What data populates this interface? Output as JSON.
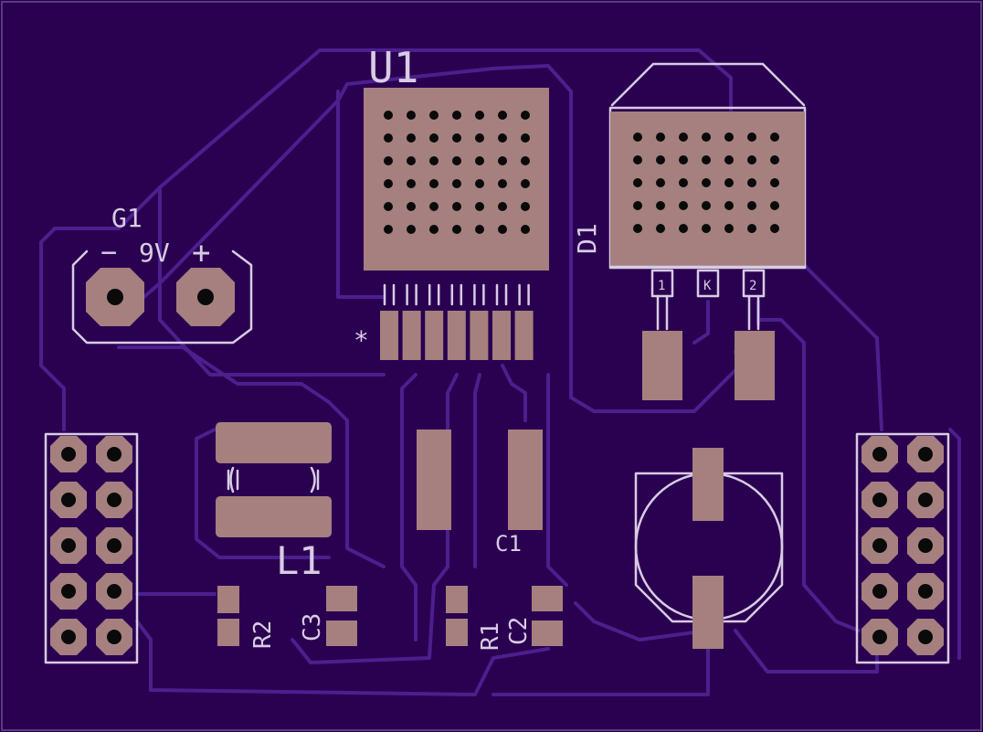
{
  "board": {
    "background": "#2a0050",
    "pad_color": "#a5807f",
    "silkscreen_color": "#d8cce4",
    "trace_color": "#4c1f8e"
  },
  "labels": {
    "u1": "U1",
    "d1": "D1",
    "g1": "G1",
    "g1_voltage": "9V",
    "g1_minus": "−",
    "g1_plus": "+",
    "l1": "L1",
    "c1": "C1",
    "c2": "C2",
    "c3": "C3",
    "r1": "R1",
    "r2": "R2",
    "d1_pin1": "1",
    "d1_pin_k": "K",
    "d1_pin2": "2",
    "u1_pin1_marker": "*"
  }
}
